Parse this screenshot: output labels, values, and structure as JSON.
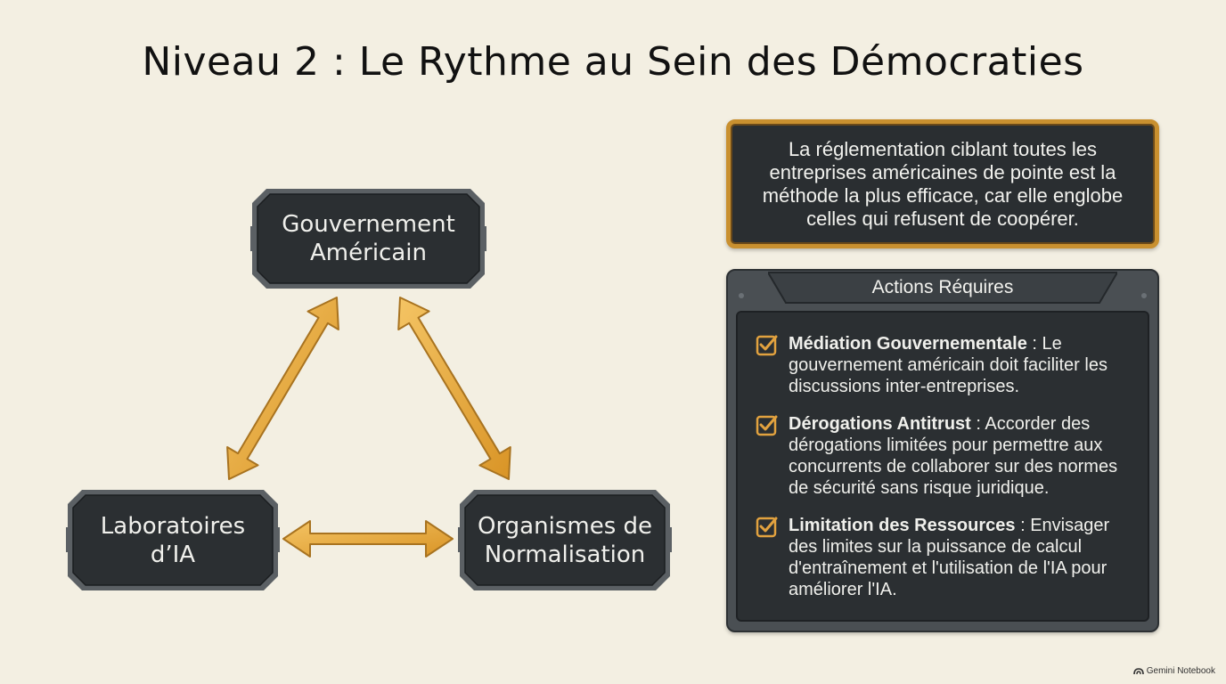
{
  "title": "Niveau 2 : Le Rythme au Sein des Démocraties",
  "diagram": {
    "nodes": {
      "government": "Gouvernement\nAméricain",
      "labs": "Laboratoires\nd’IA",
      "standards": "Organismes de\nNormalisation"
    },
    "connections": [
      {
        "from": "government",
        "to": "labs",
        "direction": "bidirectional"
      },
      {
        "from": "government",
        "to": "standards",
        "direction": "bidirectional"
      },
      {
        "from": "labs",
        "to": "standards",
        "direction": "bidirectional"
      }
    ]
  },
  "statement": "La réglementation ciblant toutes les entreprises américaines de pointe est la méthode la plus efficace, car elle englobe celles qui refusent de coopérer.",
  "actions_panel": {
    "title": "Actions Réquires",
    "items": [
      {
        "heading": "Médiation Gouvernementale",
        "text": " : Le gouvernement américain doit faciliter les discussions inter-entreprises."
      },
      {
        "heading": "Dérogations Antitrust",
        "text": " : Accorder des dérogations limitées pour permettre aux concurrents de collaborer sur des normes de sécurité sans risque juridique."
      },
      {
        "heading": "Limitation des Ressources",
        "text": " : Envisager des limites sur la puissance de calcul d'entraînement et l'utilisation de l'IA pour améliorer l'IA."
      }
    ]
  },
  "watermark": "Gemini Notebook",
  "colors": {
    "background": "#f3efe2",
    "node_fill": "#2b2f32",
    "node_border": "#5b6064",
    "arrow_fill": "#e8a93c",
    "arrow_stroke": "#a87320",
    "accent_gold": "#c9902f",
    "check_color": "#e2a23f"
  }
}
